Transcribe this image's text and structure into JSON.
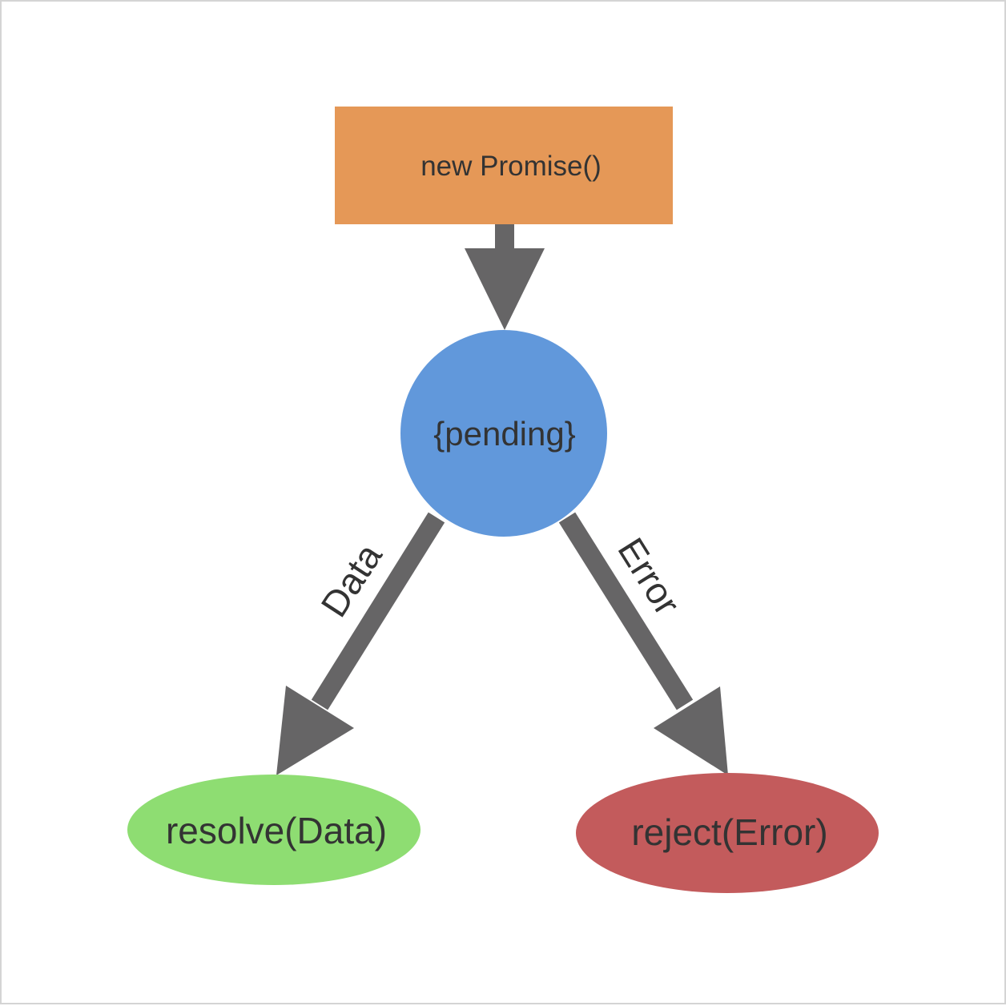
{
  "diagram": {
    "start_node": {
      "label": "new Promise()",
      "fill": "#E59857"
    },
    "pending_node": {
      "label": "{pending}",
      "fill": "#6198DB"
    },
    "resolve_node": {
      "label": "resolve(Data)",
      "fill": "#8EDD72"
    },
    "reject_node": {
      "label": "reject(Error)",
      "fill": "#C35B5C"
    },
    "edges": {
      "resolve_label": "Data",
      "reject_label": "Error"
    },
    "colors": {
      "arrow": "#666566",
      "text": "#333333",
      "border": "#D4D4D4"
    }
  }
}
